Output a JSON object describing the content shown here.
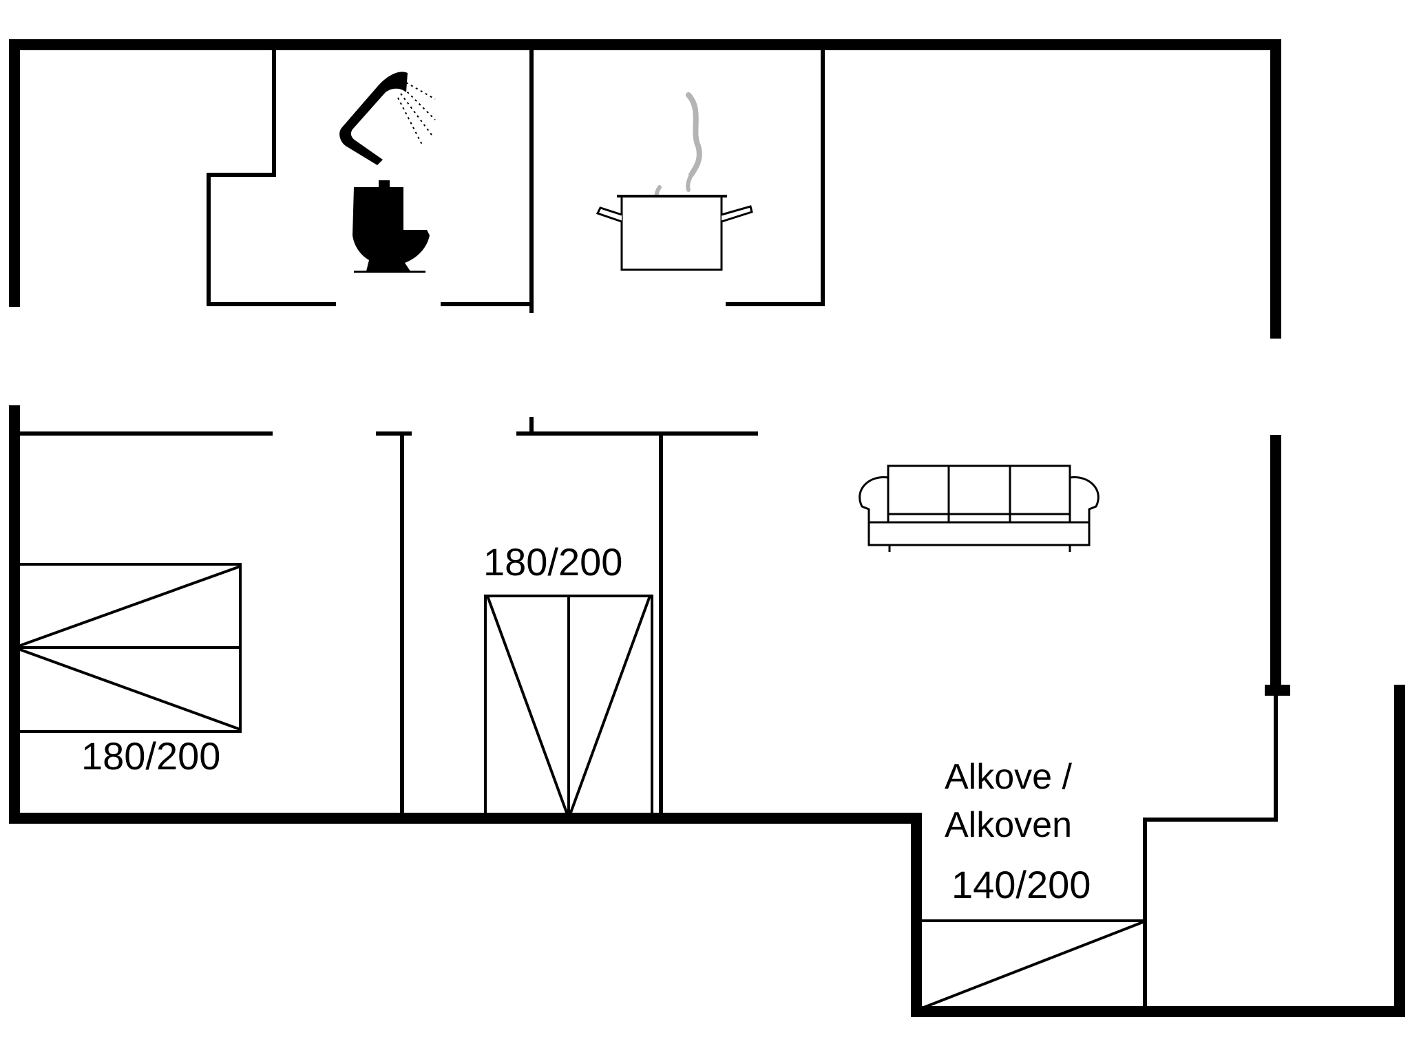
{
  "labels": {
    "bed_left": "180/200",
    "bed_middle": "180/200",
    "alcove_line1": "Alkove /",
    "alcove_line2": "Alkoven",
    "bed_alcove": "140/200"
  },
  "icons": [
    "shower-icon",
    "toilet-icon",
    "cooking-pot-icon",
    "sofa-icon"
  ],
  "colors": {
    "walls": "#000000",
    "steam": "#b4b4b4",
    "background": "#ffffff"
  }
}
